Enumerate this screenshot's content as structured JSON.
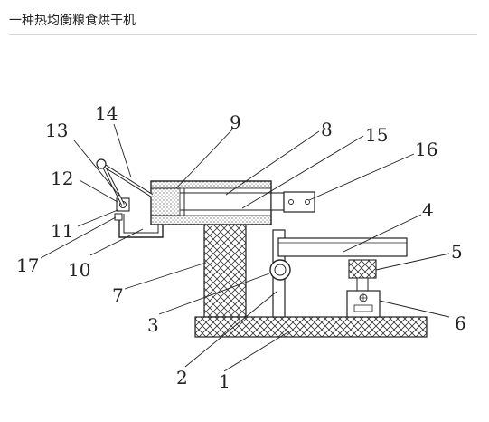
{
  "page": {
    "title": "一种热均衡粮食烘干机"
  },
  "labels": {
    "1": "1",
    "2": "2",
    "3": "3",
    "4": "4",
    "5": "5",
    "6": "6",
    "7": "7",
    "8": "8",
    "9": "9",
    "10": "10",
    "11": "11",
    "12": "12",
    "13": "13",
    "14": "14",
    "15": "15",
    "16": "16",
    "17": "17"
  }
}
